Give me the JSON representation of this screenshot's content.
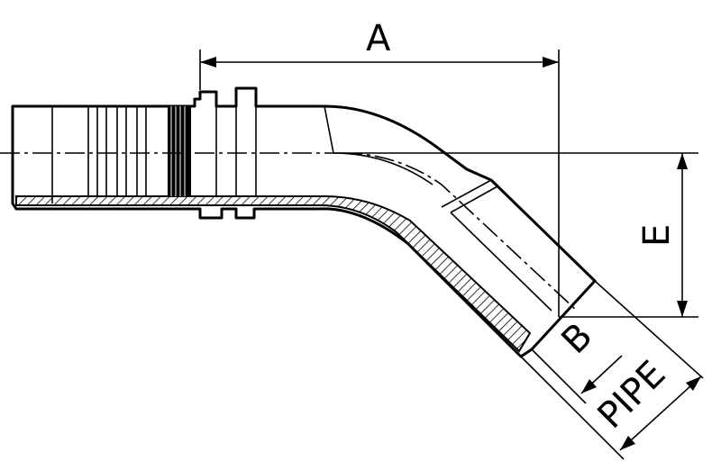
{
  "drawing": {
    "labels": {
      "a": "A",
      "b": "B",
      "e": "E",
      "pipe": "PIPE"
    },
    "colors": {
      "stroke": "#000000",
      "background": "#ffffff"
    }
  }
}
